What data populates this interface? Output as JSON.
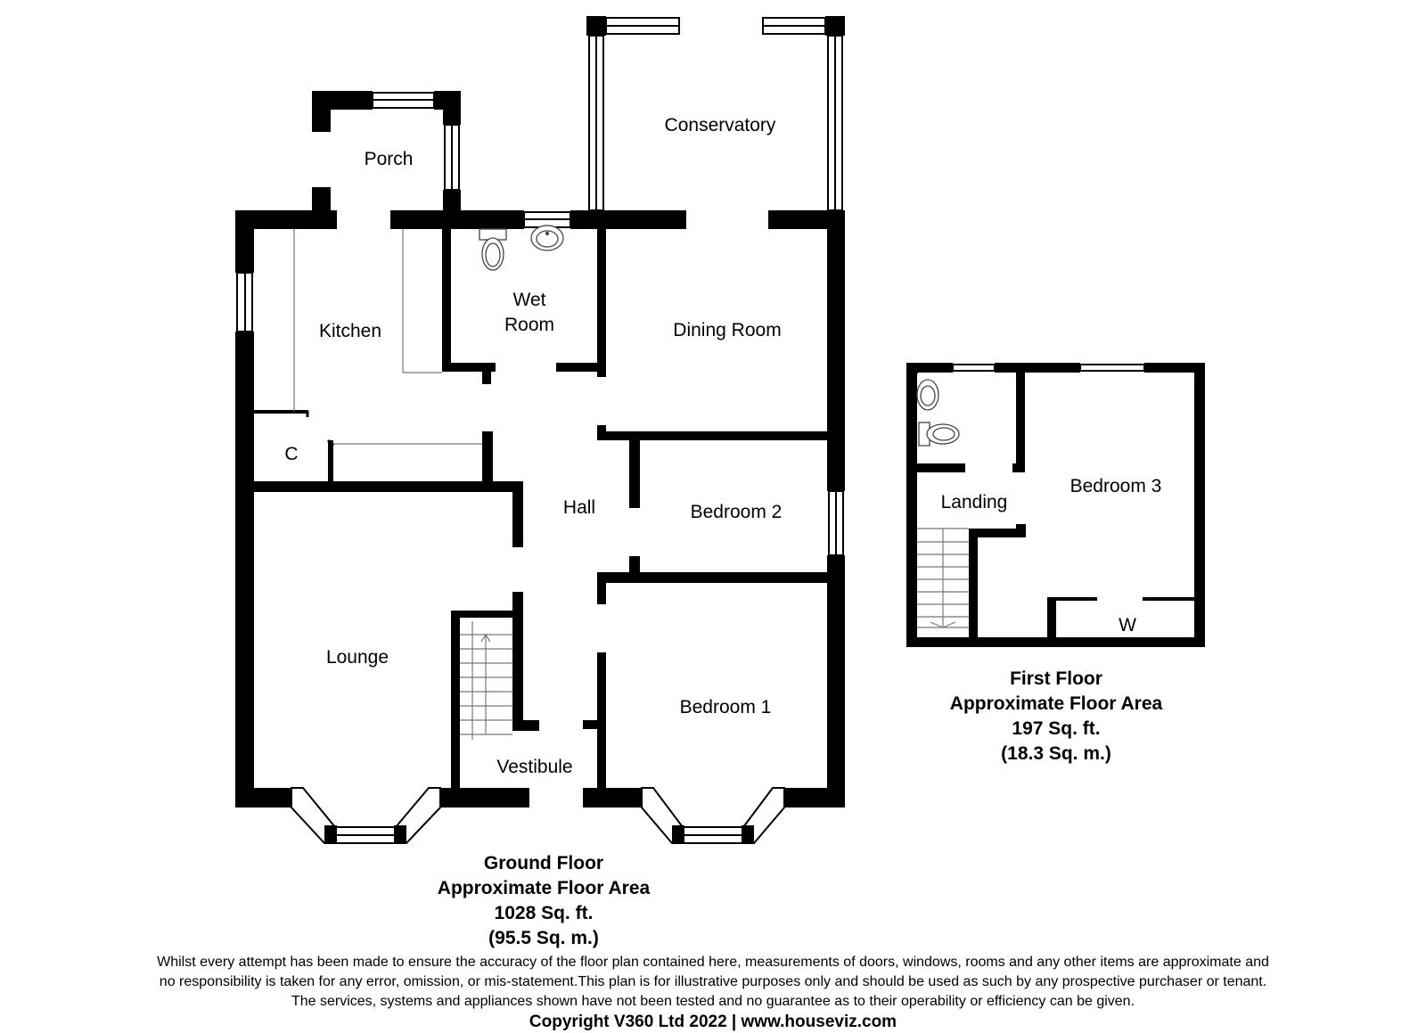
{
  "ground_floor": {
    "rooms": {
      "porch": "Porch",
      "conservatory": "Conservatory",
      "kitchen": "Kitchen",
      "wet_room_line1": "Wet",
      "wet_room_line2": "Room",
      "dining_room": "Dining Room",
      "cupboard": "C",
      "hall": "Hall",
      "bedroom_2": "Bedroom 2",
      "lounge": "Lounge",
      "bedroom_1": "Bedroom 1",
      "vestibule": "Vestibule"
    },
    "caption": {
      "title": "Ground Floor",
      "subtitle": "Approximate Floor Area",
      "area_sqft": "1028 Sq. ft.",
      "area_sqm": "(95.5 Sq. m.)"
    }
  },
  "first_floor": {
    "rooms": {
      "landing": "Landing",
      "bedroom_3": "Bedroom 3",
      "wardrobe": "W"
    },
    "caption": {
      "title": "First Floor",
      "subtitle": "Approximate Floor Area",
      "area_sqft": "197 Sq. ft.",
      "area_sqm": "(18.3 Sq. m.)"
    }
  },
  "footer": {
    "line1": "Whilst every attempt has been made to ensure the accuracy of the floor plan contained here, measurements of doors, windows, rooms and any other items are approximate and",
    "line2": "no responsibility is taken for any error, omission, or mis-statement.This plan is for illustrative purposes only and should be used as such by any prospective purchaser or tenant.",
    "line3": "The services, systems and appliances shown have not been tested and no guarantee as to their operability or efficiency can be given.",
    "copyright": "Copyright V360 Ltd 2022 | www.houseviz.com"
  }
}
